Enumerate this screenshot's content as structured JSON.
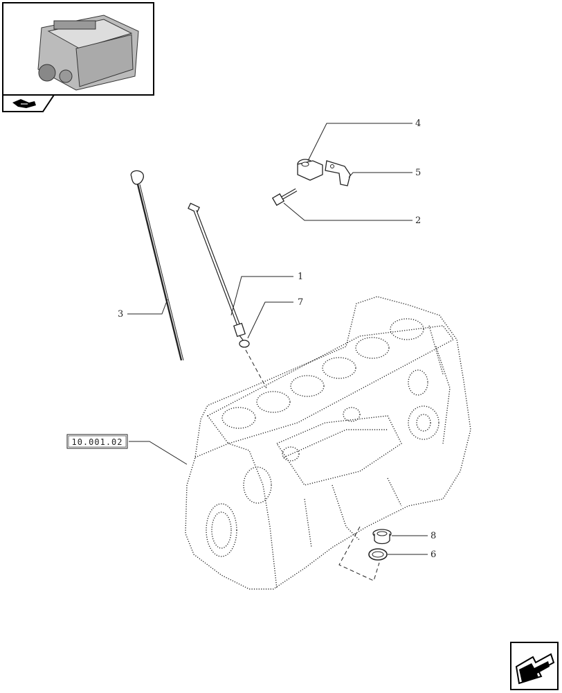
{
  "callouts": [
    {
      "id": "1",
      "label": "1"
    },
    {
      "id": "2",
      "label": "2"
    },
    {
      "id": "3",
      "label": "3"
    },
    {
      "id": "4",
      "label": "4"
    },
    {
      "id": "5",
      "label": "5"
    },
    {
      "id": "6",
      "label": "6"
    },
    {
      "id": "7",
      "label": "7"
    },
    {
      "id": "8",
      "label": "8"
    }
  ],
  "reference_box": {
    "label": "10.001.02"
  },
  "icons": {
    "thumbnail": "engine-thumbnail-icon",
    "section_tab": "hand-pointer-icon",
    "next_page": "next-page-arrow-icon"
  }
}
